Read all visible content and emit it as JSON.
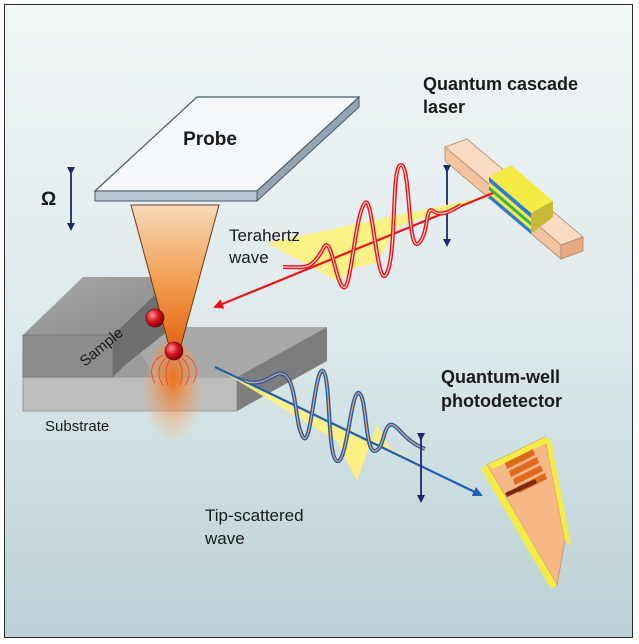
{
  "labels": {
    "probe": "Probe",
    "omega": "Ω",
    "terahertz_line1": "Terahertz",
    "terahertz_line2": "wave",
    "qcl_line1": "Quantum cascade",
    "qcl_line2": "laser",
    "sample": "Sample",
    "substrate": "Substrate",
    "qwp_line1": "Quantum-well",
    "qwp_line2": "photodetector",
    "scattered_line1": "Tip-scattered",
    "scattered_line2": "wave"
  },
  "colors": {
    "incident_wave": "#e8141a",
    "scattered_wave": "#1f5fb5",
    "wave_fill": "#fff27a",
    "arrow_navy": "#1b2a6b",
    "cone": "#f07a1a",
    "laser_body": "#f6c9a6",
    "detector_body": "#f7b888"
  }
}
